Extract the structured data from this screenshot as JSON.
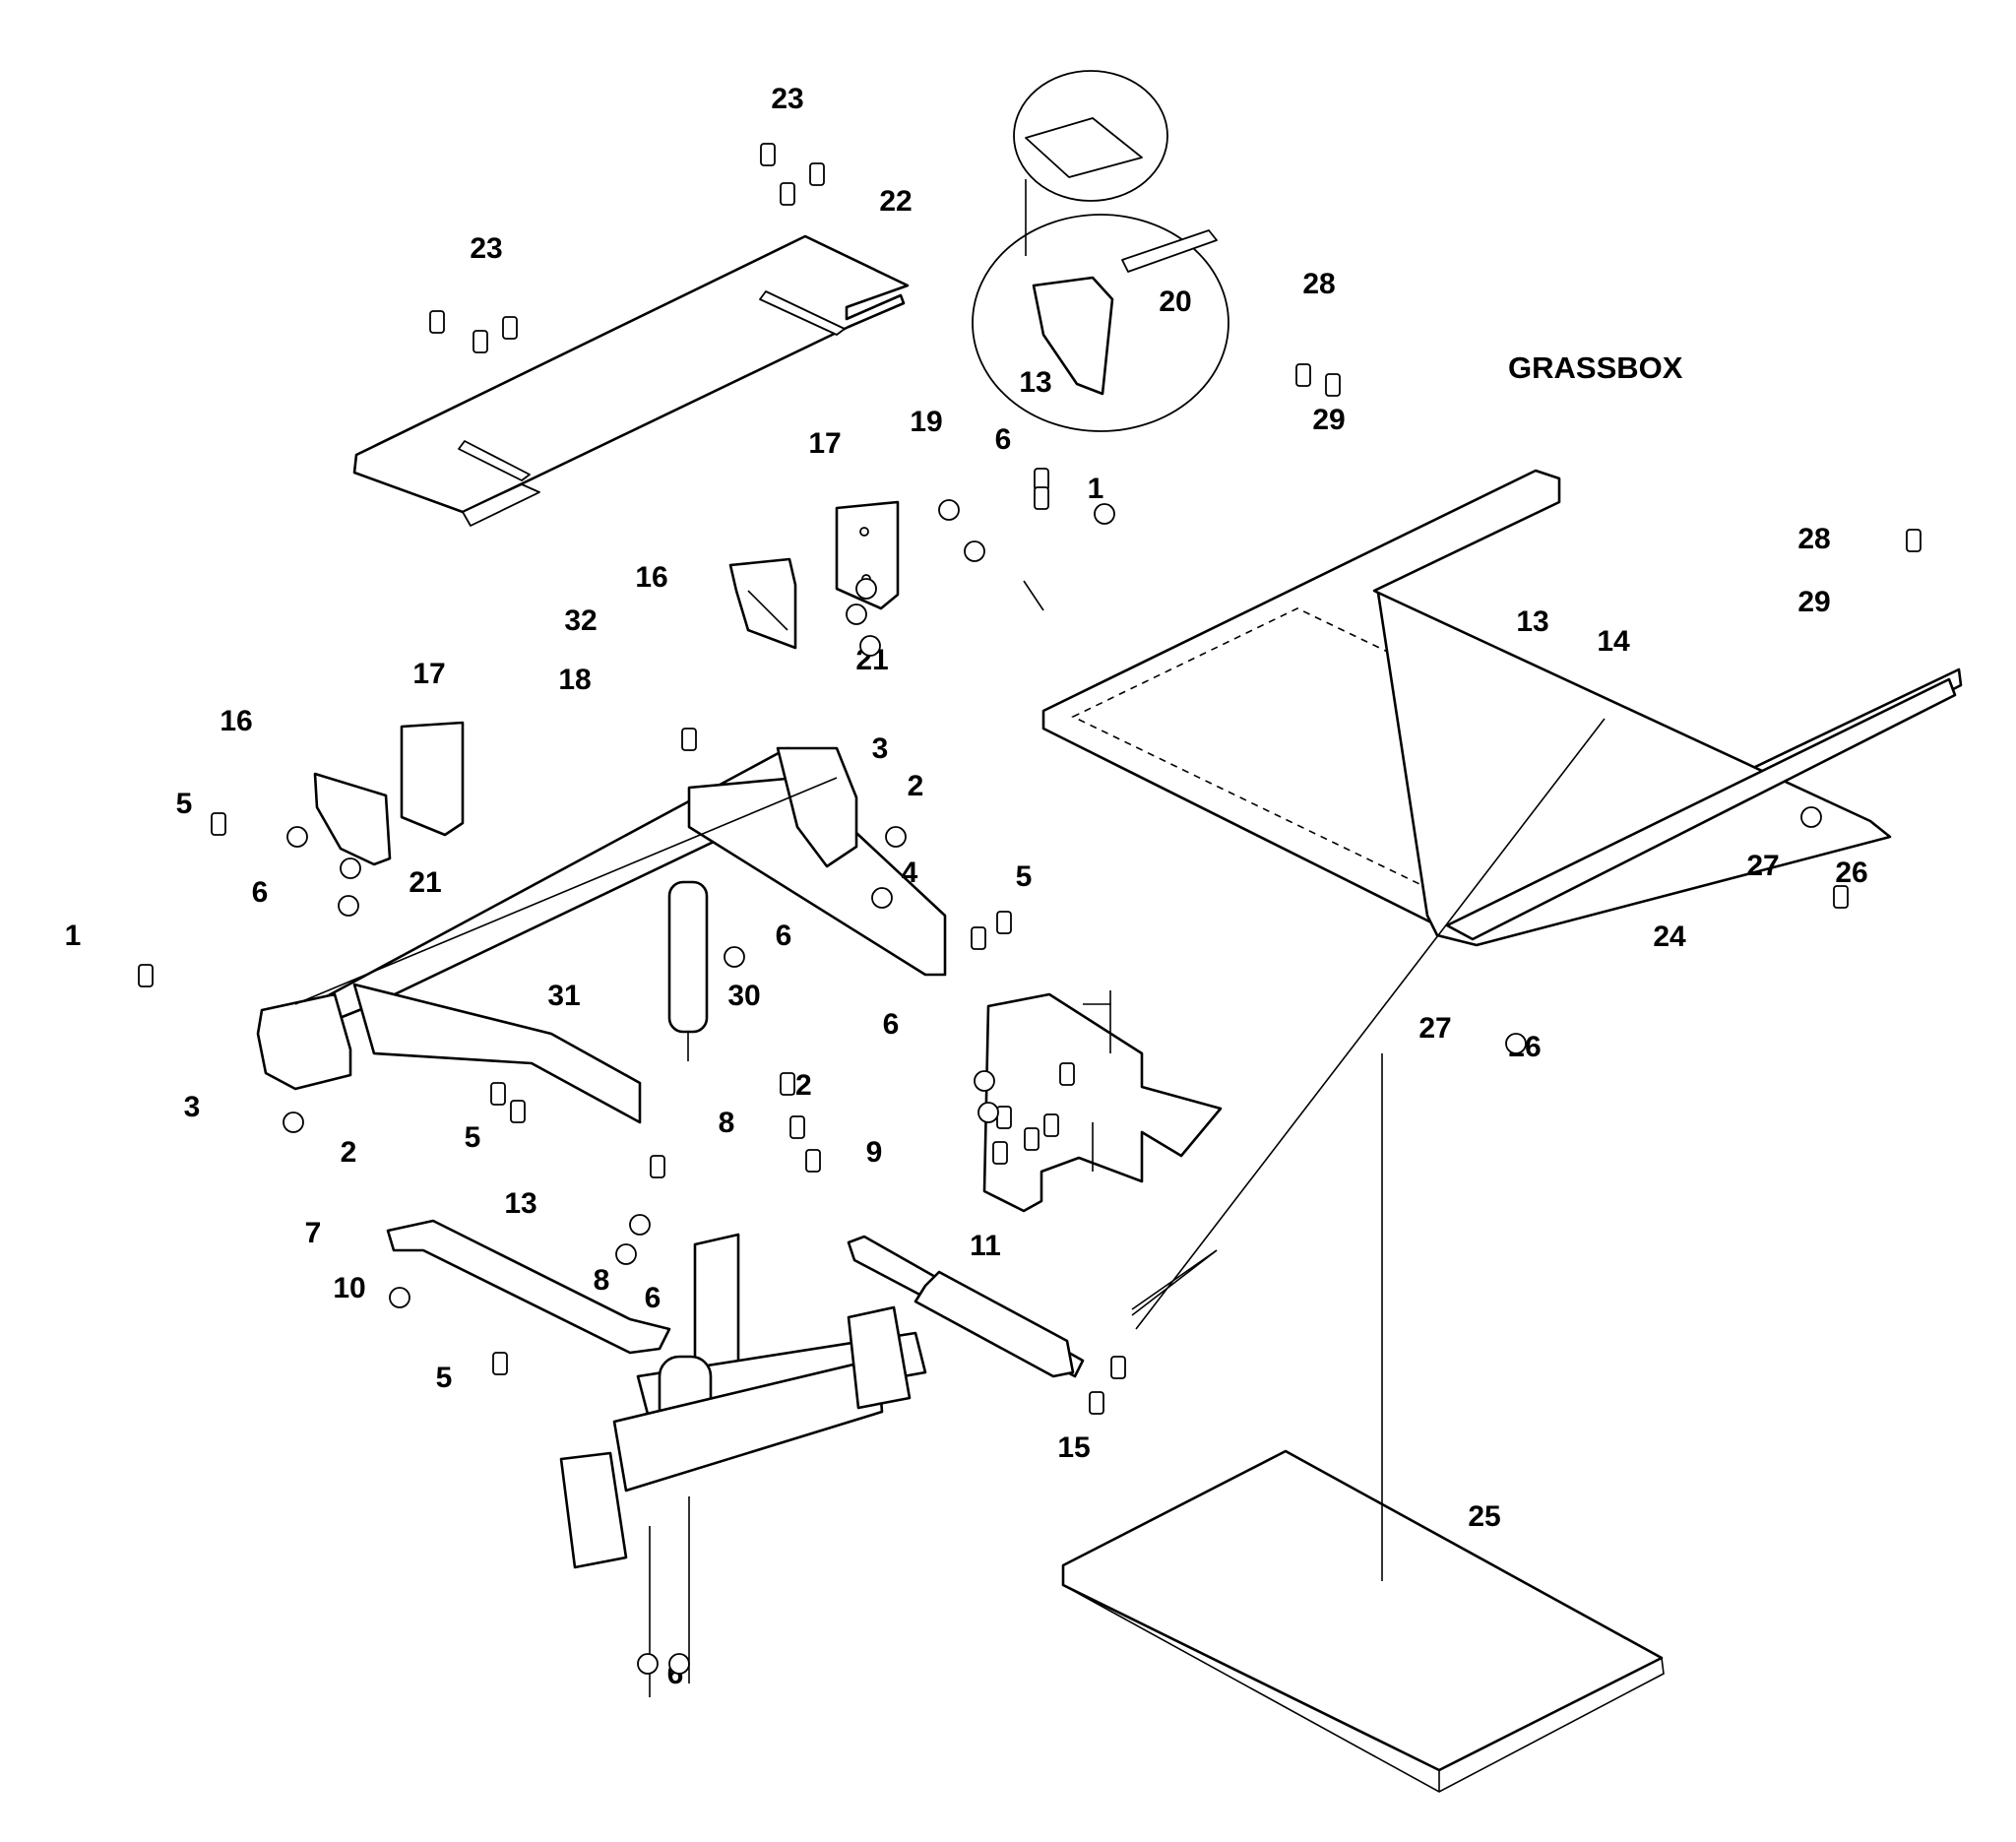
{
  "diagram": {
    "group_label": "GRASSBOX",
    "callouts": [
      "23",
      "22",
      "23",
      "20",
      "13",
      "28",
      "29",
      "17",
      "19",
      "6",
      "1",
      "16",
      "21",
      "32",
      "17",
      "18",
      "16",
      "5",
      "6",
      "21",
      "3",
      "2",
      "4",
      "5",
      "13",
      "14",
      "28",
      "29",
      "27",
      "26",
      "24",
      "1",
      "6",
      "31",
      "30",
      "3",
      "2",
      "5",
      "6",
      "12",
      "8",
      "9",
      "13",
      "7",
      "10",
      "8",
      "6",
      "11",
      "5",
      "15",
      "25",
      "6",
      "27",
      "26"
    ],
    "colors": {
      "line": "#000000",
      "background": "#ffffff"
    }
  }
}
